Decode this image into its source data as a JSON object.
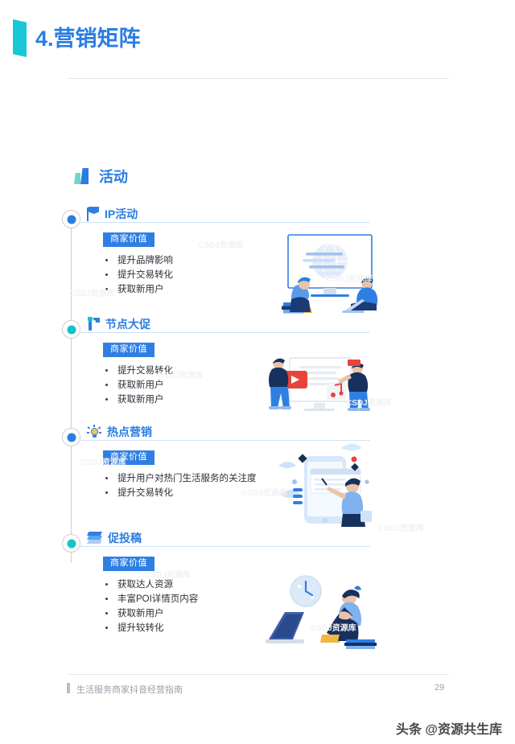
{
  "page": {
    "title": "4.营销矩阵",
    "section_title": "活动",
    "section_icon": "bar-chart-icon"
  },
  "timeline": {
    "badge_label": "商家价值",
    "items": [
      {
        "id": "ip-activity",
        "label": "IP活动",
        "icon": "flag-icon",
        "dot_color": "#2a7de1",
        "bullets": [
          "提升品牌影响",
          "提升交易转化",
          "获取新用户"
        ],
        "illustration": "monitor-globe-people-illustration"
      },
      {
        "id": "node-promotion",
        "label": "节点大促",
        "icon": "node-pin-icon",
        "dot_color": "#14c4c4",
        "bullets": [
          "提升交易转化",
          "获取新用户",
          "获取新用户"
        ],
        "illustration": "video-music-monitor-people-illustration"
      },
      {
        "id": "hotspot-marketing",
        "label": "热点营销",
        "icon": "lightbulb-icon",
        "dot_color": "#2a7de1",
        "bullets": [
          "提升用户对热门生活服务的关注度",
          "提升交易转化"
        ],
        "illustration": "phone-person-pointing-illustration"
      },
      {
        "id": "promote-submission",
        "label": "促投稿",
        "icon": "stacked-books-icon",
        "dot_color": "#14c4c4",
        "bullets": [
          "获取达人资源",
          "丰富POI详情页内容",
          "获取新用户",
          "提升较转化"
        ],
        "illustration": "laptop-clock-person-illustration"
      }
    ]
  },
  "footer": {
    "text": "生活服务商家抖音经营指南",
    "page_number": "29"
  },
  "watermark": {
    "bottom": "头条 @资源共生库",
    "soft": "CSDJ资源库"
  },
  "colors": {
    "primary_blue": "#2a7de1",
    "teal": "#14c4c4",
    "badge_blue": "#2f7fe3",
    "text_dark": "#2b2f36",
    "muted": "#9aa0a8"
  }
}
